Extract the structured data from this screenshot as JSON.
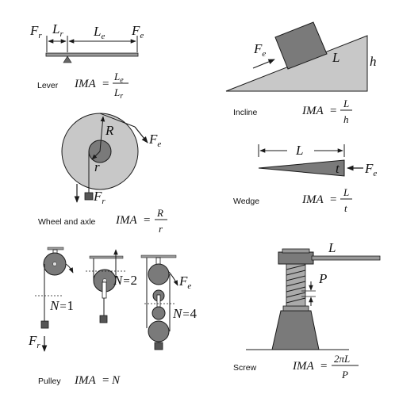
{
  "colors": {
    "fill": "#c8c8c8",
    "dark": "#7a7a7a",
    "weight": "#555555",
    "stroke": "#1a1a1a"
  },
  "icons": [
    "arrow-icon"
  ],
  "lever": {
    "caption": "Lever",
    "ima": "IMA",
    "eq": "=",
    "num": "L",
    "num_sub": "e",
    "den": "L",
    "den_sub": "r",
    "fr": "F",
    "fr_sub": "r",
    "lr": "L",
    "lr_sub": "r",
    "le": "L",
    "le_sub": "e",
    "fe": "F",
    "fe_sub": "e"
  },
  "incline": {
    "caption": "Incline",
    "ima": "IMA",
    "eq": "=",
    "num": "L",
    "den": "h",
    "fe": "F",
    "fe_sub": "e",
    "l_label": "L",
    "h_label": "h"
  },
  "wheel": {
    "caption": "Wheel and axle",
    "ima": "IMA",
    "eq": "=",
    "num": "R",
    "den": "r",
    "r_big": "R",
    "r_small": "r",
    "fe": "F",
    "fe_sub": "e",
    "fr": "F",
    "fr_sub": "r"
  },
  "wedge": {
    "caption": "Wedge",
    "ima": "IMA",
    "eq": "=",
    "num": "L",
    "den": "t",
    "l_label": "L",
    "t_label": "t",
    "fe": "F",
    "fe_sub": "e"
  },
  "pulley": {
    "caption": "Pulley",
    "ima": "IMA",
    "eq": "=",
    "rhs": "N",
    "n1": "N",
    "n1_eq": "=",
    "n1_val": "1",
    "n2": "N",
    "n2_eq": "=",
    "n2_val": "2",
    "n4": "N",
    "n4_eq": "=",
    "n4_val": "4",
    "fr": "F",
    "fr_sub": "r",
    "fe": "F",
    "fe_sub": "e"
  },
  "screw": {
    "caption": "Screw",
    "ima": "IMA",
    "eq": "=",
    "num": "2πL",
    "den": "P",
    "l_label": "L",
    "p_label": "P"
  }
}
